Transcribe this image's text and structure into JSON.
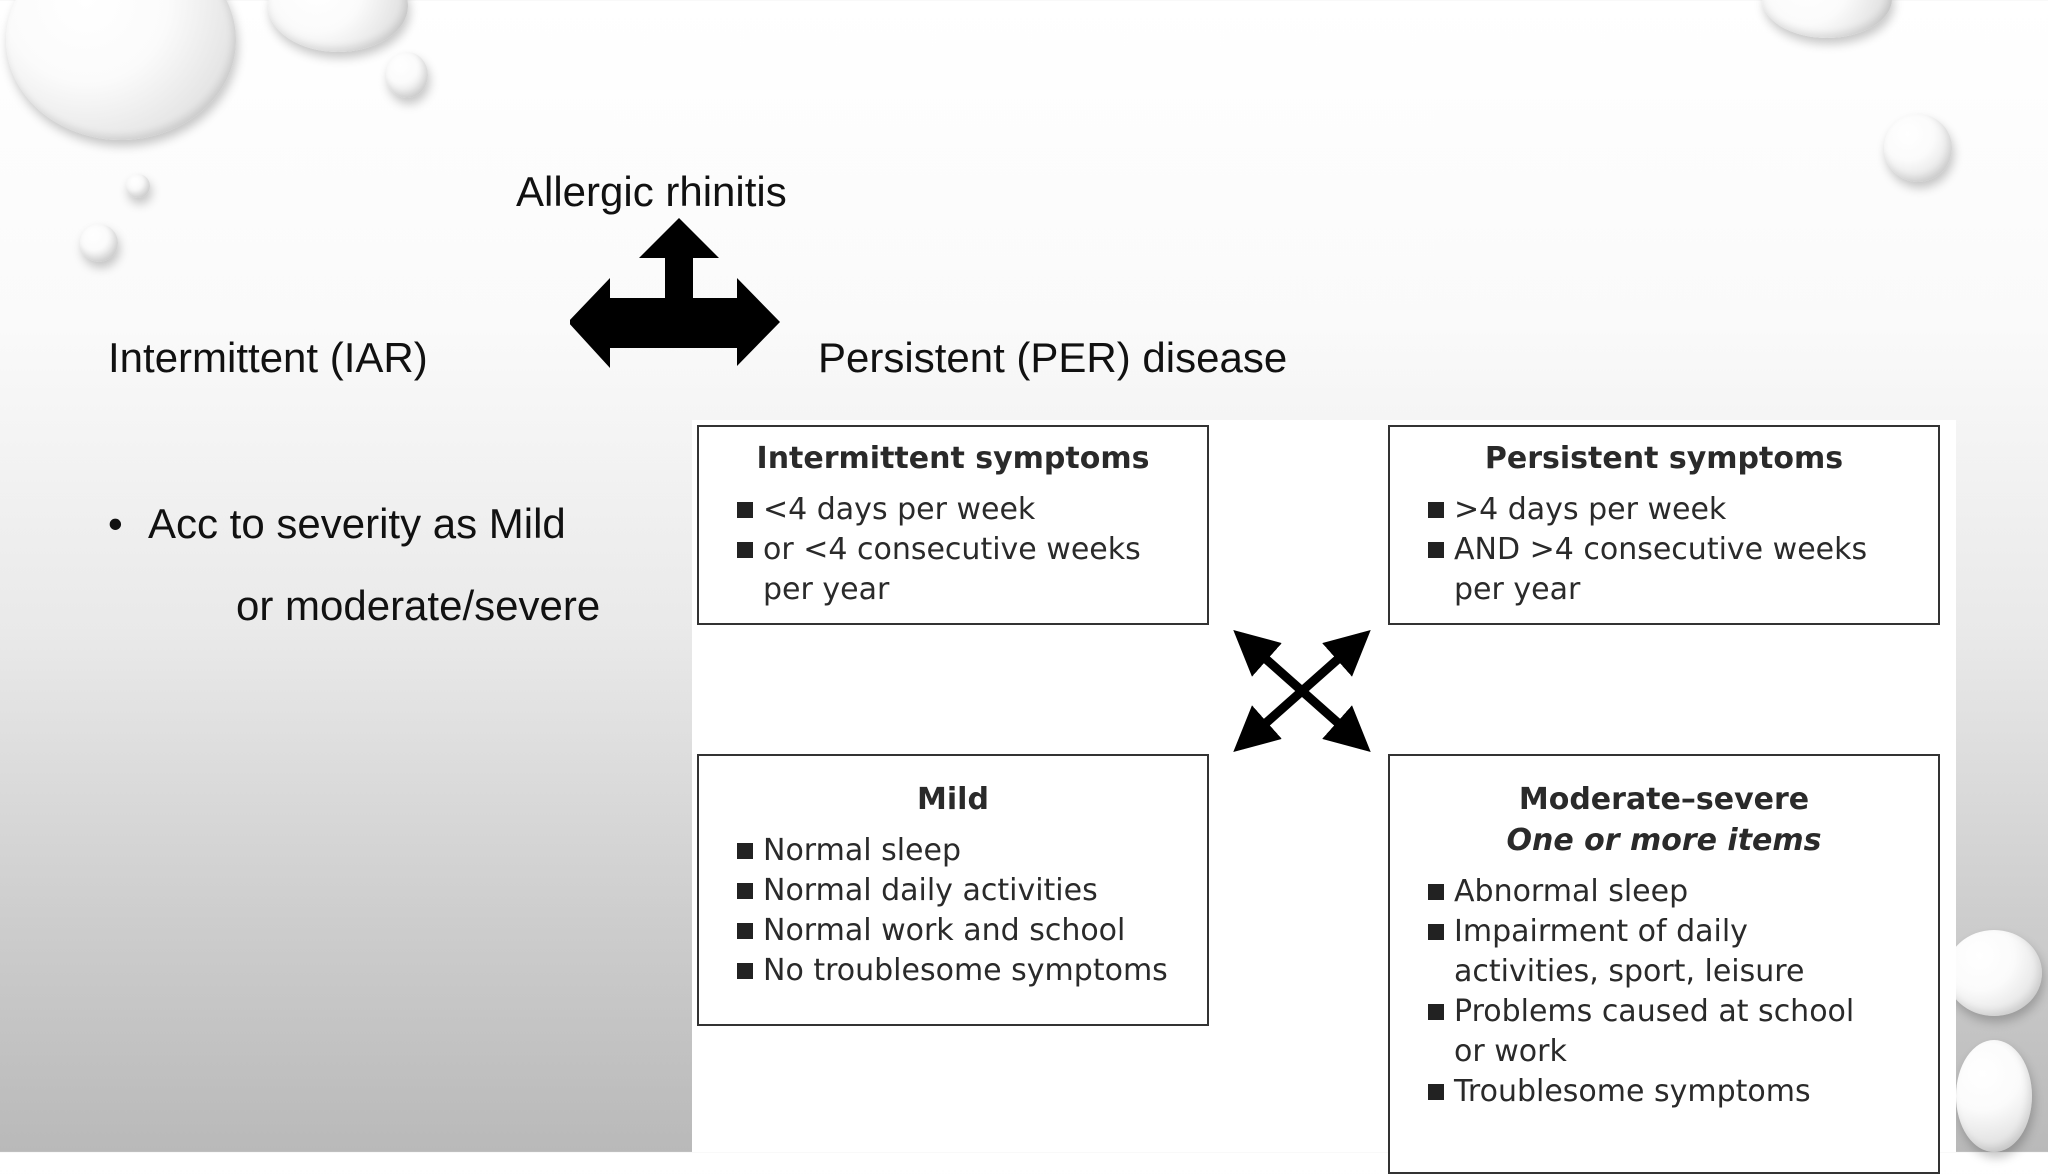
{
  "slide": {
    "top_label": "Allergic rhinitis",
    "left_label": "Intermittent (IAR)",
    "right_label": "Persistent (PER) disease",
    "bullet_line1": "Acc  to severity as  Mild",
    "bullet_line2": "or moderate/severe"
  },
  "diagram": {
    "boxes": [
      {
        "title": "Intermittent symptoms",
        "items": [
          "<4 days per week",
          "or <4 consecutive weeks per year"
        ]
      },
      {
        "title": "Persistent symptoms",
        "items": [
          ">4 days per week",
          "AND >4 consecutive weeks per year"
        ]
      },
      {
        "title": "Mild",
        "items": [
          "Normal sleep",
          "Normal daily activities",
          "Normal work and school",
          "No troublesome symptoms"
        ]
      },
      {
        "title": "Moderate–severe",
        "subtitle": "One or more items",
        "items": [
          "Abnormal sleep",
          "Impairment of daily activities, sport, leisure",
          "Problems caused at school or work",
          "Troublesome symptoms"
        ]
      }
    ]
  }
}
